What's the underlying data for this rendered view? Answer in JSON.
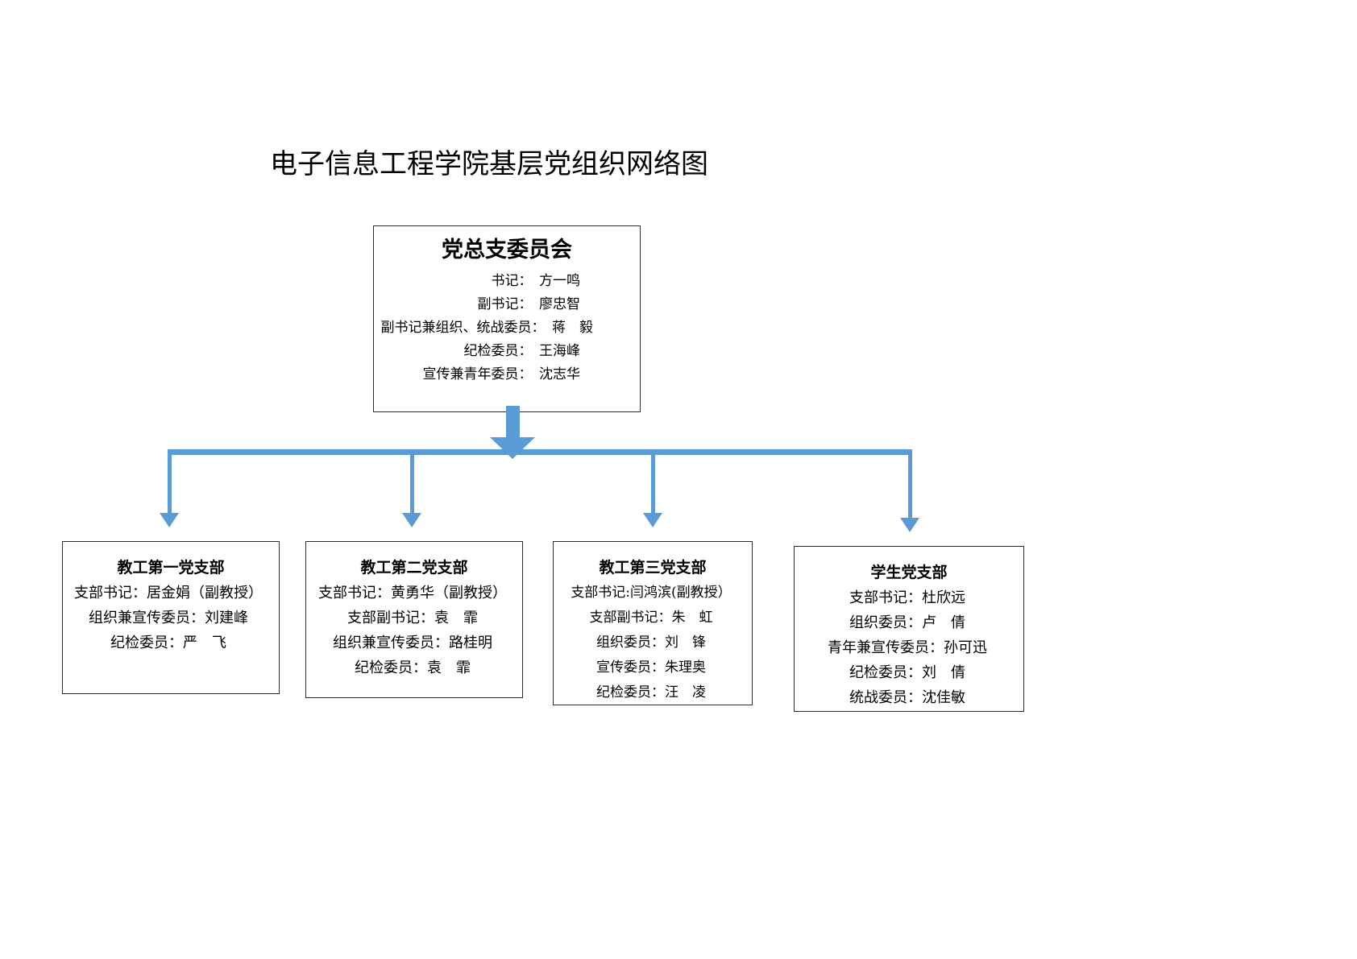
{
  "title": "电子信息工程学院基层党组织网络图",
  "root": {
    "heading": "党总支委员会",
    "rows": [
      {
        "role": "书记：",
        "person": "方一鸣"
      },
      {
        "role": "副书记：",
        "person": "廖忠智"
      },
      {
        "role": "副书记兼组织、统战委员：",
        "person": "蒋　毅"
      },
      {
        "role": "纪检委员：",
        "person": "王海峰"
      },
      {
        "role": "宣传兼青年委员：",
        "person": "沈志华"
      }
    ],
    "lines": [
      "书记：　方一鸣",
      "副书记：　廖忠智",
      "副书记兼组织、统战委员：　蒋　毅",
      "纪检委员：　王海峰",
      "宣传兼青年委员：　沈志华"
    ]
  },
  "branches": [
    {
      "heading": "教工第一党支部",
      "lines": [
        "支部书记：居金娟（副教授）",
        "组织兼宣传委员：刘建峰",
        "纪检委员：严　飞"
      ]
    },
    {
      "heading": "教工第二党支部",
      "lines": [
        "支部书记：黄勇华（副教授）",
        "支部副书记：袁　霏",
        "组织兼宣传委员：路桂明",
        "纪检委员：袁　霏"
      ]
    },
    {
      "heading": "教工第三党支部",
      "lines": [
        "支部书记:闫鸿滨(副教授）",
        "支部副书记：朱　虹",
        "组织委员：刘　锋",
        "宣传委员：朱理奥",
        "纪检委员：汪　凌"
      ]
    },
    {
      "heading": "学生党支部",
      "lines": [
        "支部书记：杜欣远",
        "组织委员：卢　倩",
        "青年兼宣传委员：孙可迅",
        "纪检委员：刘　倩",
        "统战委员：沈佳敏"
      ]
    }
  ],
  "colors": {
    "connector_blue": "#5B9BD5",
    "box_border": "#2b2b2b",
    "text": "#000000",
    "background": "#ffffff"
  },
  "chart_data": {
    "type": "diagram",
    "title": "电子信息工程学院基层党组织网络图",
    "layout": "top-down organizational tree, 1 root node with 4 child nodes",
    "nodes": [
      {
        "id": "root",
        "label": "党总支委员会",
        "level": 0
      },
      {
        "id": "b1",
        "label": "教工第一党支部",
        "level": 1
      },
      {
        "id": "b2",
        "label": "教工第二党支部",
        "level": 1
      },
      {
        "id": "b3",
        "label": "教工第三党支部",
        "level": 1
      },
      {
        "id": "b4",
        "label": "学生党支部",
        "level": 1
      }
    ],
    "edges": [
      {
        "from": "root",
        "to": "b1"
      },
      {
        "from": "root",
        "to": "b2"
      },
      {
        "from": "root",
        "to": "b3"
      },
      {
        "from": "root",
        "to": "b4"
      }
    ]
  }
}
